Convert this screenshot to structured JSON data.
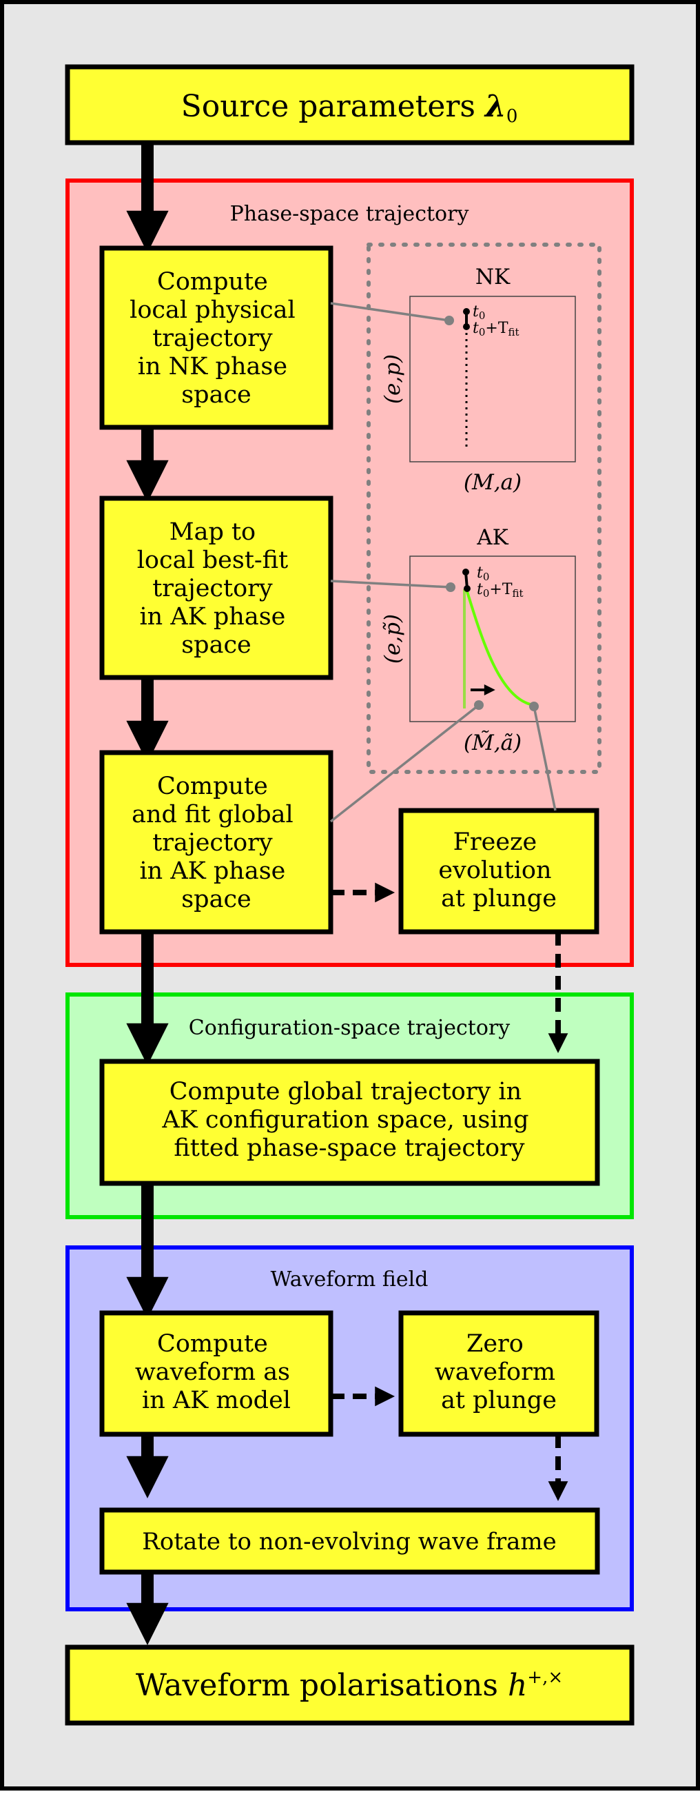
{
  "source": {
    "text": "Source parameters ",
    "symbol": "λ",
    "sub": "0"
  },
  "phase_space": {
    "title": "Phase-space trajectory",
    "box1": [
      "Compute",
      "local physical",
      "trajectory",
      "in NK phase",
      "space"
    ],
    "box2": [
      "Map to",
      "local best-fit",
      "trajectory",
      "in AK phase",
      "space"
    ],
    "box3": [
      "Compute",
      "and fit global",
      "trajectory",
      "in AK phase",
      "space"
    ],
    "freeze": [
      "Freeze",
      "evolution",
      "at plunge"
    ],
    "nk_panel": {
      "title": "NK",
      "ylabel": "(e,p)",
      "xlabel": "(M,a)",
      "t0": "t",
      "t0_sub": "0",
      "tfit": "+T",
      "tfit_sub": "fit"
    },
    "ak_panel": {
      "title": "AK",
      "ylabel": "(e,p̃)",
      "xlabel": "(M̃,ã)",
      "t0": "t",
      "t0_sub": "0",
      "tfit": "+T",
      "tfit_sub": "fit"
    }
  },
  "config_space": {
    "title": "Configuration-space trajectory",
    "box": [
      "Compute global trajectory in",
      "AK configuration space, using",
      "fitted phase-space trajectory"
    ]
  },
  "waveform_field": {
    "title": "Waveform field",
    "compute": [
      "Compute",
      "waveform as",
      "in AK model"
    ],
    "zero": [
      "Zero",
      "waveform",
      "at plunge"
    ],
    "rotate": "Rotate to non-evolving wave frame"
  },
  "output": {
    "text": "Waveform polarisations ",
    "symbol": "h",
    "sup": "+,×"
  },
  "colors": {
    "background": "#e6e6e6",
    "box_fill": "#ffff33",
    "phase_fill": "#ffbfbf",
    "phase_border": "#ff0000",
    "config_fill": "#bfffbf",
    "config_border": "#00e600",
    "wave_fill": "#bfbfff",
    "wave_border": "#0000ff",
    "connector": "#808080",
    "trajectory": "#66ff00"
  }
}
